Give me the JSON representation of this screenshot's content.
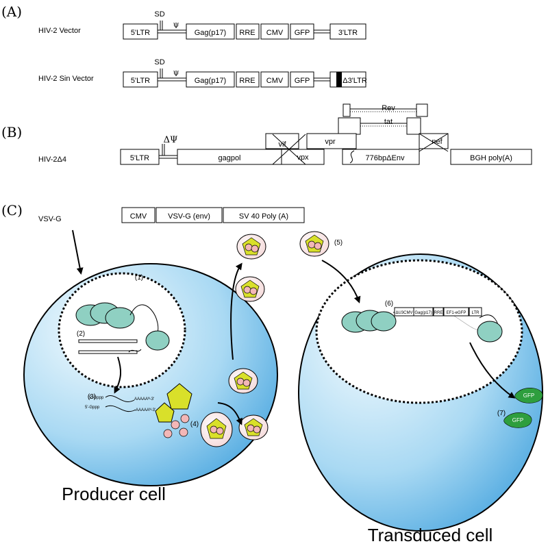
{
  "panelA": {
    "label": "(A)",
    "vector1": {
      "name": "HIV-2 Vector",
      "sd": "SD",
      "psi": "Ψ",
      "boxes": [
        "5'LTR",
        "Gag(p17)",
        "RRE",
        "CMV",
        "GFP",
        "3'LTR"
      ]
    },
    "vector2": {
      "name": "HIV-2 Sin Vector",
      "sd": "SD",
      "psi": "Ψ",
      "boxes": [
        "5'LTR",
        "Gag(p17)",
        "RRE",
        "CMV",
        "GFP",
        "Δ3'LTR"
      ]
    }
  },
  "panelB": {
    "label": "(B)",
    "name": "HIV-2Δ4",
    "delta_psi": "ΔΨ",
    "genes": {
      "ltr5": "5'LTR",
      "gagpol": "gagpol",
      "vif": "vif",
      "vpx": "vpx",
      "vpr": "vpr",
      "env": "776bpΔEnv",
      "nef": "nef",
      "bgh": "BGH poly(A)",
      "rev": "Rev",
      "tat": "tat"
    }
  },
  "panelC": {
    "label": "(C)",
    "vsvg_label": "VSV-G",
    "construct": [
      "CMV",
      "VSV-G (env)",
      "SV 40 Poly (A)"
    ],
    "steps": [
      "(1)",
      "(2)",
      "(3)",
      "(4)",
      "(5)",
      "(6)",
      "(7)"
    ],
    "mrna_cap": "5'-Gppp",
    "mrna_tail": "AAAAAᴺ-3'",
    "integrated_provirus": [
      "ΔU3CMV",
      "Gag(p17)",
      "RRE",
      "EF1-eGFP",
      "LTR"
    ],
    "gfp": "GFP",
    "producer_label": "Producer cell",
    "transduced_label": "Transduced cell"
  },
  "colors": {
    "cell_light": "#eef8fd",
    "cell_dark": "#4aaee3",
    "histone": "#8fd0c2",
    "env_pentagon": "#d9e02a",
    "capsid_pink": "#f3b7b7",
    "gfp_green": "#2e9e3e"
  }
}
